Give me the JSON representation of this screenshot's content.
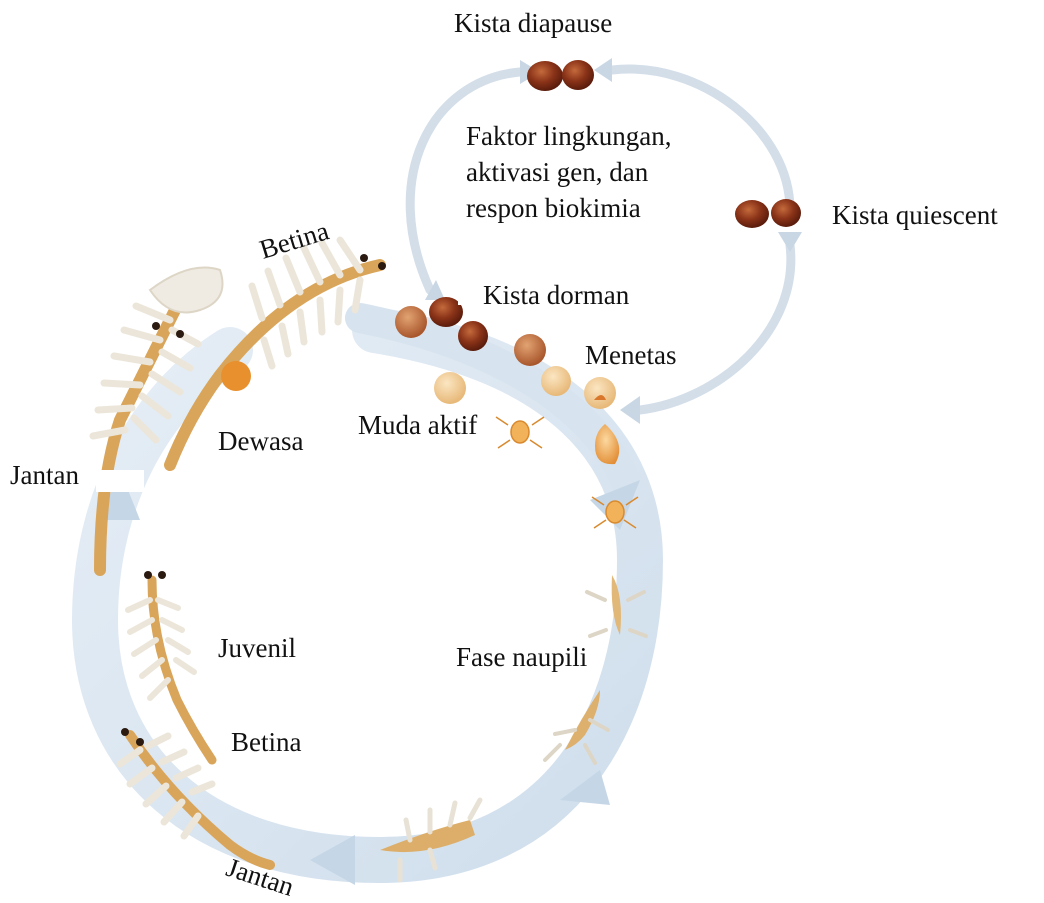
{
  "labels": {
    "kista_diapause": "Kista diapause",
    "environment": [
      "Faktor lingkungan,",
      "aktivasi gen, dan",
      "respon biokimia"
    ],
    "kista_quiescent": "Kista quiescent",
    "kista_dorman": "Kista dorman",
    "menetas": "Menetas",
    "muda_aktif": "Muda aktif",
    "betina_top": "Betina",
    "dewasa": "Dewasa",
    "jantan_left": "Jantan",
    "juvenil": "Juvenil",
    "betina_bottom": "Betina",
    "fase_naupili": "Fase naupili",
    "jantan_bottom": "Jantan"
  },
  "colors": {
    "cycle_ring": "#dbe7f2",
    "cycle_ring_dark": "#c5d6e6",
    "cyst_brown": "#8a3318",
    "cyst_light": "#c97a45",
    "hatchling": "#f0b45c",
    "organism_body": "#d9a55a",
    "appendage": "#ece6da"
  }
}
